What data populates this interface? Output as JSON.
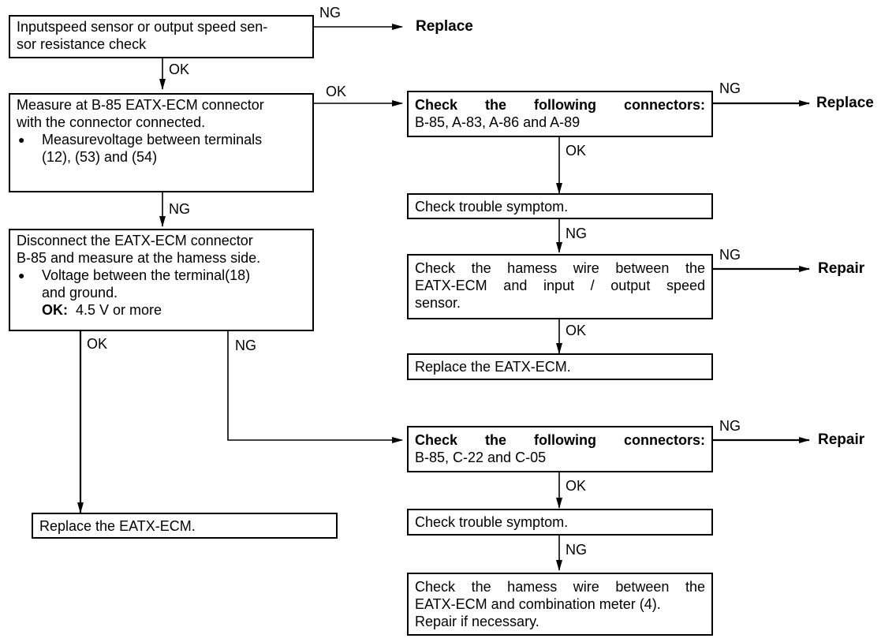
{
  "boxes": {
    "b1": {
      "l1": "Inputspeed sensor or output speed sen-",
      "l2": "sor resistance check"
    },
    "b2": {
      "l1": "Measure at B-85 EATX-ECM connector",
      "l2": "with the connector connected.",
      "l3": "Measurevoltage between terminals",
      "l4": "(12), (53) and (54)"
    },
    "b3": {
      "l1": "Disconnect the EATX-ECM connector",
      "l2": "B-85 and measure at the hamess side.",
      "l3": "Voltage between the terminal(18)",
      "l4": "and ground.",
      "ok_label": "OK:",
      "ok_value": "4.5 V or more"
    },
    "b4": {
      "l1": "Replace the EATX-ECM."
    },
    "r1": {
      "l1": "Check the following connectors:",
      "l2": "B-85, A-83, A-86 and A-89"
    },
    "r2": {
      "l1": "Check trouble symptom."
    },
    "r3": {
      "l1": "Check the hamess wire between the",
      "l2": "EATX-ECM and input / output speed",
      "l3": "sensor."
    },
    "r4": {
      "l1": "Replace the EATX-ECM."
    },
    "r5": {
      "l1": "Check the following connectors:",
      "l2": "B-85, C-22 and C-05"
    },
    "r6": {
      "l1": "Check trouble symptom."
    },
    "r7": {
      "l1": "Check the hamess wire between the",
      "l2": "EATX-ECM and combination meter (4).",
      "l3": "Repair if necessary."
    }
  },
  "labels": {
    "ng1": "NG",
    "ok1": "OK",
    "ok2": "OK",
    "ng2": "NG",
    "ok3": "OK",
    "ng3": "NG",
    "ng4": "NG",
    "ok4": "OK",
    "ng5": "NG",
    "ok5": "OK",
    "ng6": "NG",
    "ng7": "NG",
    "ok6": "OK",
    "ng8": "NG"
  },
  "outcomes": {
    "replace1": "Replace",
    "replace2": "Replace",
    "repair1": "Repair",
    "repair2": "Repair"
  }
}
